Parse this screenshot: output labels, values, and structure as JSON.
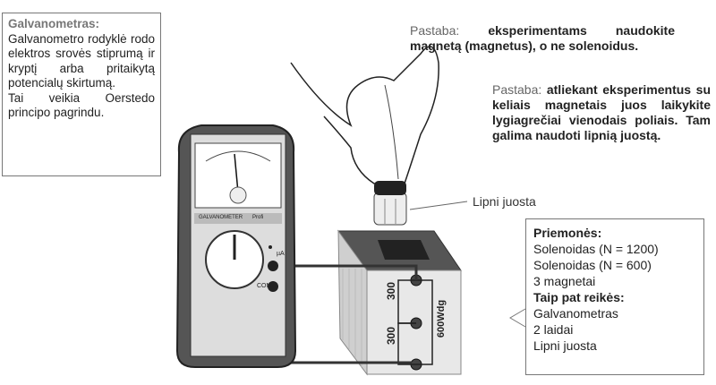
{
  "galvanometer_box": {
    "title": "Galvanometras:",
    "line1": "Galvanometro rodyklė rodo elektros srovės stiprumą ir kryptį arba pritaikytą potencialų skirtumą.",
    "line2": "Tai veikia Oerstedo principo pagrindu."
  },
  "note1": {
    "label": "Pastaba:",
    "text": "eksperimentams naudokite magnetą (magnetus), o ne solenoidus."
  },
  "note2": {
    "label": "Pastaba:",
    "text": "atliekant eksperimentus su keliais magnetais juos laikykite lygiagrečiai vienodais poliais. Tam galima naudoti lipnią juostą."
  },
  "tape_label": "Lipni juosta",
  "equipment": {
    "heading": "Priemonės:",
    "items": [
      "Solenoidas (N = 1200)",
      "Solenoidas (N = 600)",
      "3 magnetai"
    ],
    "also_heading": "Taip pat reikės:",
    "also_items": [
      "Galvanometras",
      "2 laidai",
      "Lipni juosta"
    ]
  },
  "coil_labels": {
    "a": "300",
    "b": "300",
    "c": "600Wdg"
  },
  "meter": {
    "brand": "GALVANOMETER",
    "model": "Profi",
    "com": "COM",
    "ua": "µA"
  }
}
